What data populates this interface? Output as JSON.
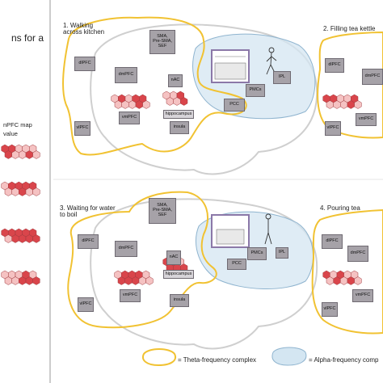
{
  "left_panel": {
    "heading": "ns for a",
    "map_label_line1": "nPFC map",
    "map_label_line2": "value"
  },
  "panels": [
    {
      "title_lines": [
        "1. Walking",
        "across kitchen"
      ]
    },
    {
      "title_lines": [
        "2. Filling tea kettle"
      ]
    },
    {
      "title_lines": [
        "3. Waiting for water",
        "to boil"
      ]
    },
    {
      "title_lines": [
        "4. Pouring tea"
      ]
    }
  ],
  "regions": {
    "sma": [
      "SMA,",
      "Pre-SMA,",
      "SEF"
    ],
    "dlpfc": "dlPFC",
    "dmpfc": "dmPFC",
    "nac": "nAC",
    "vlpfc": "vlPFC",
    "vmpfc": "vmPFC",
    "hippocampus": "hippocampus",
    "insula": "insula",
    "pcc": "PCC",
    "pmcs": "PMCs",
    "ipl": "IPL"
  },
  "legend": {
    "theta": "= Theta-frequency complex",
    "alpha": "= Alpha-frequency comp"
  },
  "colors": {
    "theta_outline": "#f1c232",
    "alpha_fill": "#d4e6f2",
    "alpha_outline": "#8fb4cf",
    "box_fill": "#a6a2a8",
    "brain_outline": "#cfcfcf",
    "hex_dark": "#d9454b",
    "hex_light": "#f5c2c2"
  }
}
